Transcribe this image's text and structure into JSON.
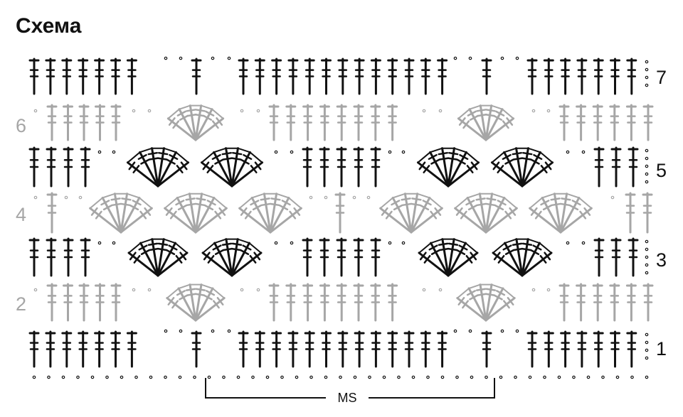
{
  "title": "Схема",
  "row_numbers": [
    {
      "label": "7",
      "side": "right",
      "color": "black"
    },
    {
      "label": "6",
      "side": "left",
      "color": "gray"
    },
    {
      "label": "5",
      "side": "right",
      "color": "black"
    },
    {
      "label": "4",
      "side": "left",
      "color": "gray"
    },
    {
      "label": "3",
      "side": "right",
      "color": "black"
    },
    {
      "label": "2",
      "side": "left",
      "color": "gray"
    },
    {
      "label": "1",
      "side": "right",
      "color": "black"
    }
  ],
  "repeat_label": "MS",
  "colors": {
    "black": "#111111",
    "gray": "#a6a6a6"
  },
  "symbols": {
    "stitch": "tall stitch with bars",
    "chain": "chain dot",
    "fan": "fan shell"
  }
}
